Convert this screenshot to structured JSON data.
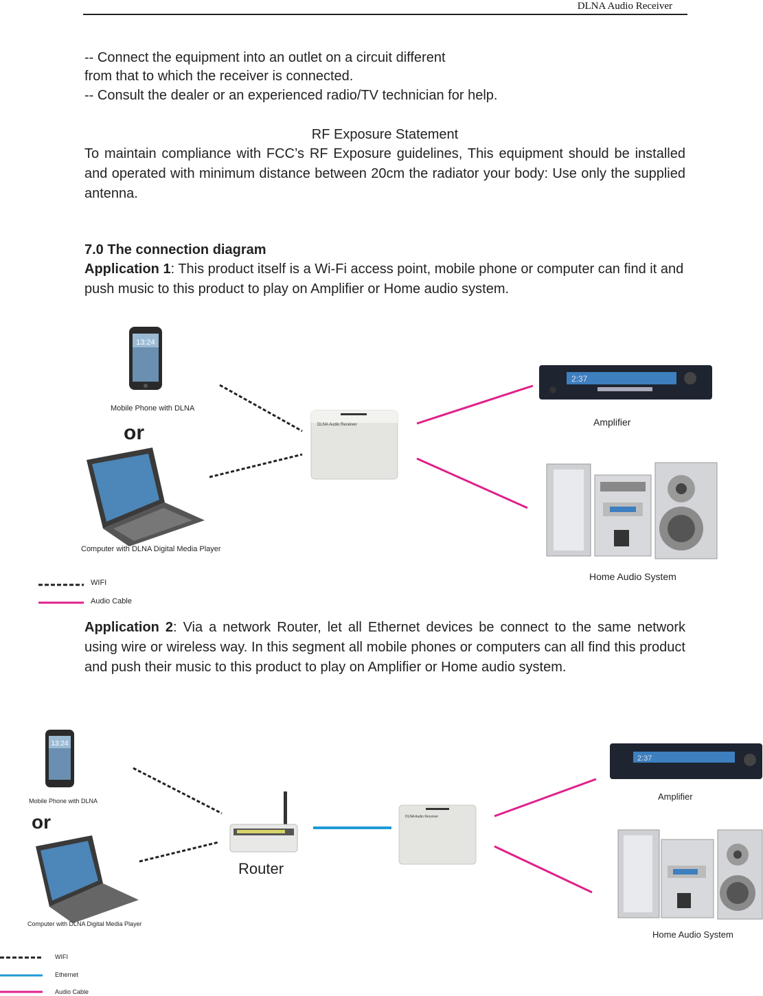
{
  "header": {
    "title": "DLNA Audio Receiver"
  },
  "intro": {
    "line1": "-- Connect the equipment into an outlet on a circuit different",
    "line2": "from that to which the receiver is connected.",
    "line3": "-- Consult the dealer or an experienced radio/TV technician for help."
  },
  "rf": {
    "title": "RF Exposure Statement",
    "body": "To maintain compliance with FCC’s RF Exposure guidelines, This equipment should be installed and operated with minimum distance between 20cm the radiator your body: Use only the supplied antenna."
  },
  "section": {
    "heading": "7.0 The connection diagram",
    "app1_label": "Application 1",
    "app1_text": ": This product itself is a Wi-Fi access point, mobile phone or computer can find it and push music to this product to play on Amplifier or Home audio system.",
    "app2_label": "Application 2",
    "app2_text": ": Via a network Router, let all Ethernet devices be connect to the same network using wire or wireless way. In this segment all mobile phones or computers can all find this product and push their music to this product to play on Amplifier or Home audio system."
  },
  "diagram1": {
    "phone_label": "Mobile Phone with DLNA",
    "or": "or",
    "computer_label": "Computer with DLNA Digital Media Player",
    "receiver_label": "DLNA Audio Receiver",
    "amp_label": "Amplifier",
    "amp_display": "2:37",
    "home_label": "Home Audio System",
    "legend_wifi": "WIFI",
    "legend_audio": "Audio Cable",
    "phone_time": "13:24"
  },
  "diagram2": {
    "phone_label": "Mobile Phone with DLNA",
    "or": "or",
    "computer_label": "Computer with DLNA Digital Media Player",
    "router_label": "Router",
    "receiver_label": "DLNA Audio Receiver",
    "amp_label": "Amplifier",
    "amp_display": "2:37",
    "home_label": "Home Audio System",
    "legend_wifi": "WIFI",
    "legend_ethernet": "Ethernet",
    "legend_audio": "Audio Cable",
    "phone_time": "13:24"
  },
  "colors": {
    "wifi": "#222222",
    "audio_cable": "#e0208a",
    "ethernet": "#1e9ad6"
  }
}
